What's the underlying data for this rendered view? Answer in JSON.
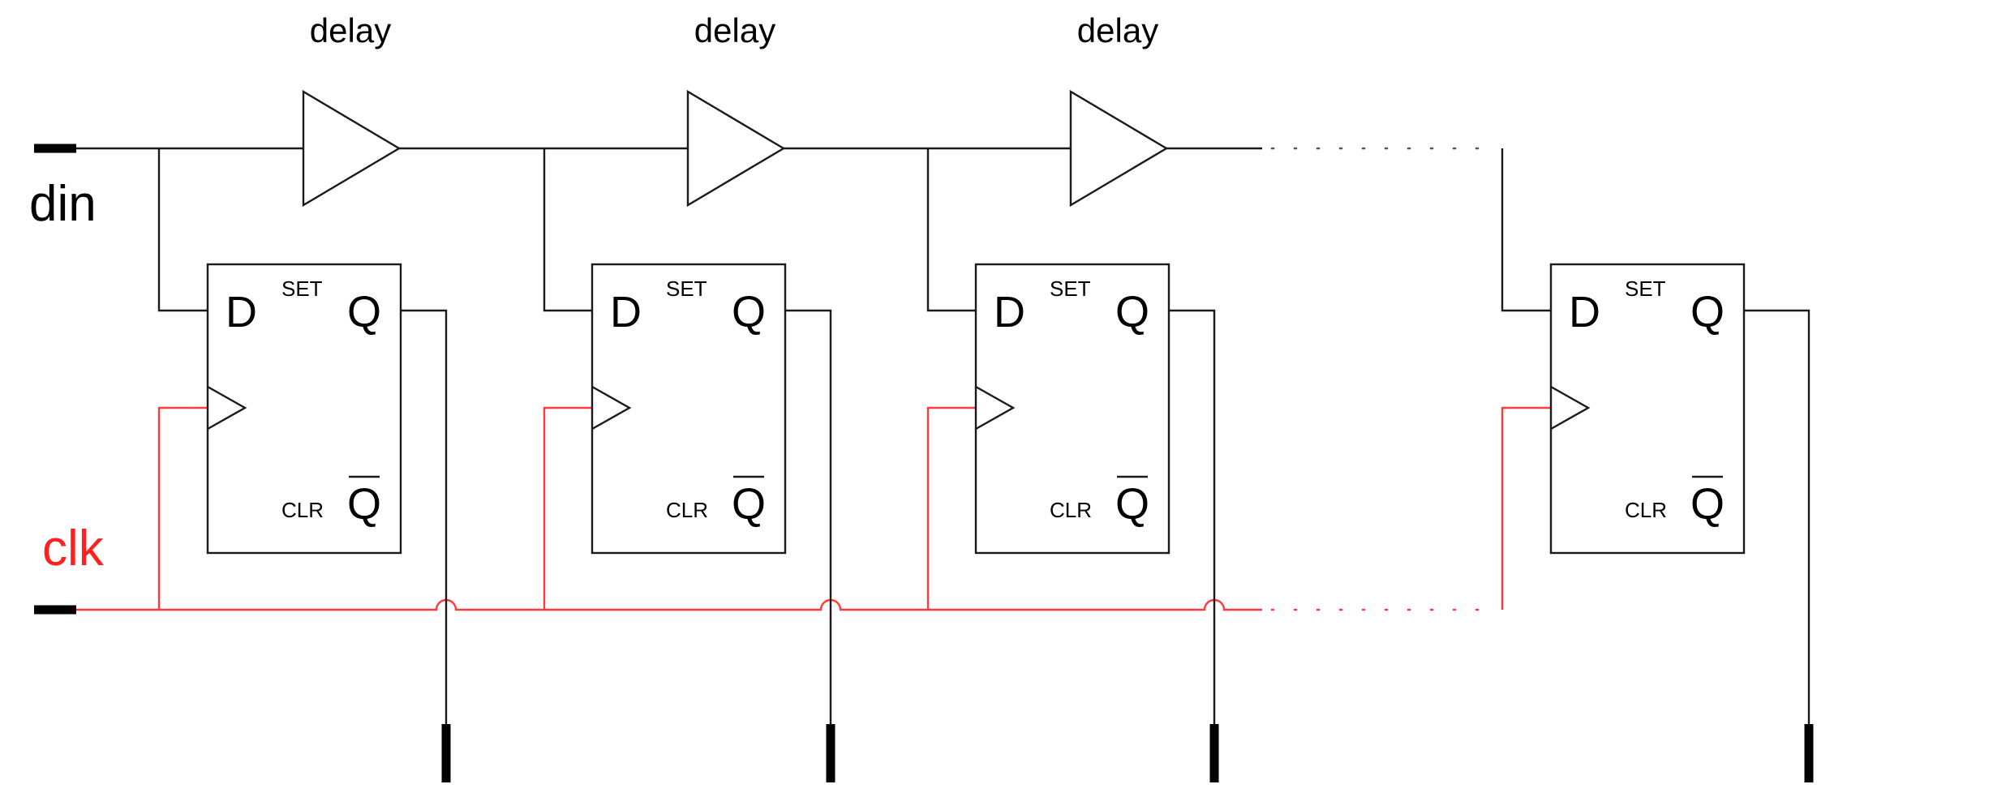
{
  "inputs": {
    "din_label": "din",
    "clk_label": "clk"
  },
  "buffers": [
    {
      "label": "delay"
    },
    {
      "label": "delay"
    },
    {
      "label": "delay"
    }
  ],
  "flipflops": [
    {
      "d": "D",
      "set": "SET",
      "q": "Q",
      "clr": "CLR",
      "qbar": "Q"
    },
    {
      "d": "D",
      "set": "SET",
      "q": "Q",
      "clr": "CLR",
      "qbar": "Q"
    },
    {
      "d": "D",
      "set": "SET",
      "q": "Q",
      "clr": "CLR",
      "qbar": "Q"
    },
    {
      "d": "D",
      "set": "SET",
      "q": "Q",
      "clr": "CLR",
      "qbar": "Q"
    }
  ],
  "colors": {
    "signal_wire": "#1a1a1a",
    "clock_wire": "#ff3b3b",
    "clock_label": "#ff2020"
  }
}
